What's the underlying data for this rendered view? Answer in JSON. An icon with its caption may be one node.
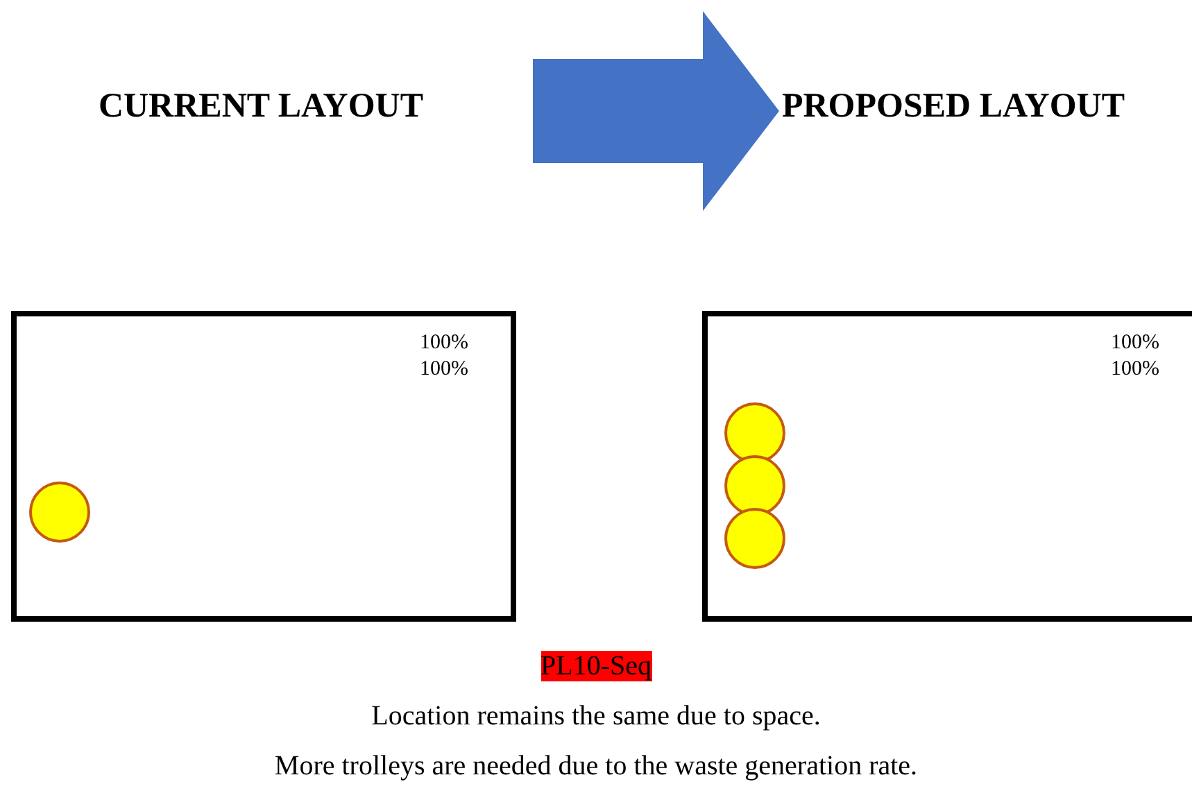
{
  "diagram": {
    "nodes": [
      {
        "text": [
          "CURRENT LAYOUT"
        ]
      },
      {
        "text": [
          "PROPOSED LAYOUT"
        ]
      },
      {
        "text": [
          "100% 100%"
        ]
      },
      {
        "text": [],
        "shape": "circle",
        "in": 2
      },
      {
        "text": [
          "100% 100%"
        ]
      },
      {
        "text": [],
        "shape": "circle",
        "in": 4
      },
      {
        "text": [],
        "shape": "circle",
        "in": 4
      },
      {
        "text": [],
        "shape": "circle",
        "in": 4
      }
    ],
    "edges": [
      {
        "from": 0,
        "to": 1,
        "arrow": "to"
      }
    ],
    "labels": [
      "PL10-Seq",
      "Location remains the same due to space.",
      "More trolleys are needed due to the waste generation rate."
    ]
  }
}
